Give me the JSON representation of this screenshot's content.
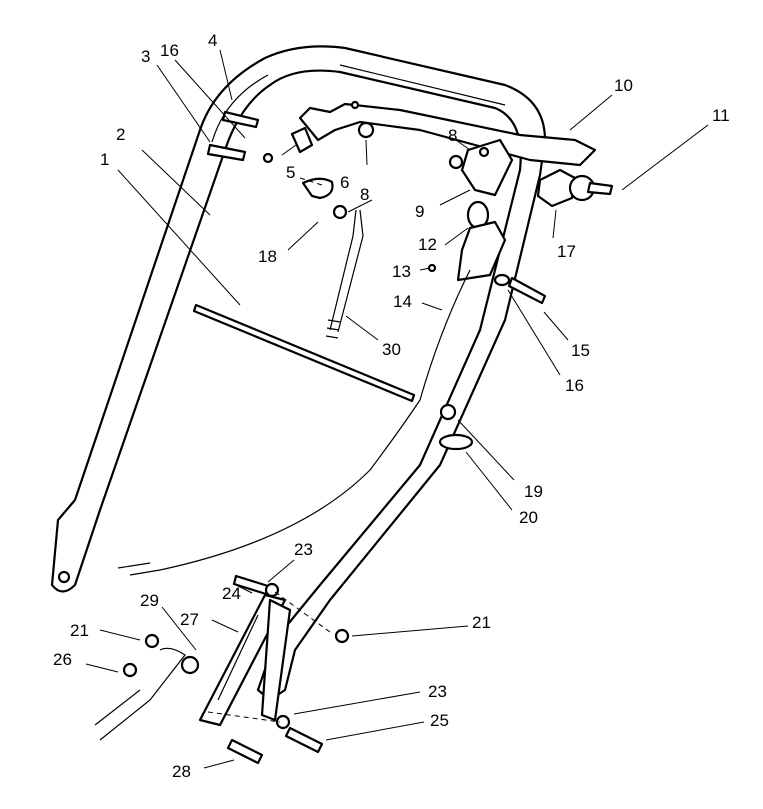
{
  "diagram": {
    "callouts": {
      "c1": "1",
      "c2": "2",
      "c3": "3",
      "c4": "4",
      "c5": "5",
      "c6": "6",
      "c8a": "8",
      "c8b": "8",
      "c9": "9",
      "c10": "10",
      "c11": "11",
      "c12": "12",
      "c13": "13",
      "c14": "14",
      "c15": "15",
      "c16a": "16",
      "c16b": "16",
      "c17": "17",
      "c18": "18",
      "c19": "19",
      "c20": "20",
      "c21a": "21",
      "c21b": "21",
      "c23a": "23",
      "c23b": "23",
      "c24": "24",
      "c25": "25",
      "c26": "26",
      "c27": "27",
      "c28": "28",
      "c29": "29",
      "c30": "30"
    }
  }
}
